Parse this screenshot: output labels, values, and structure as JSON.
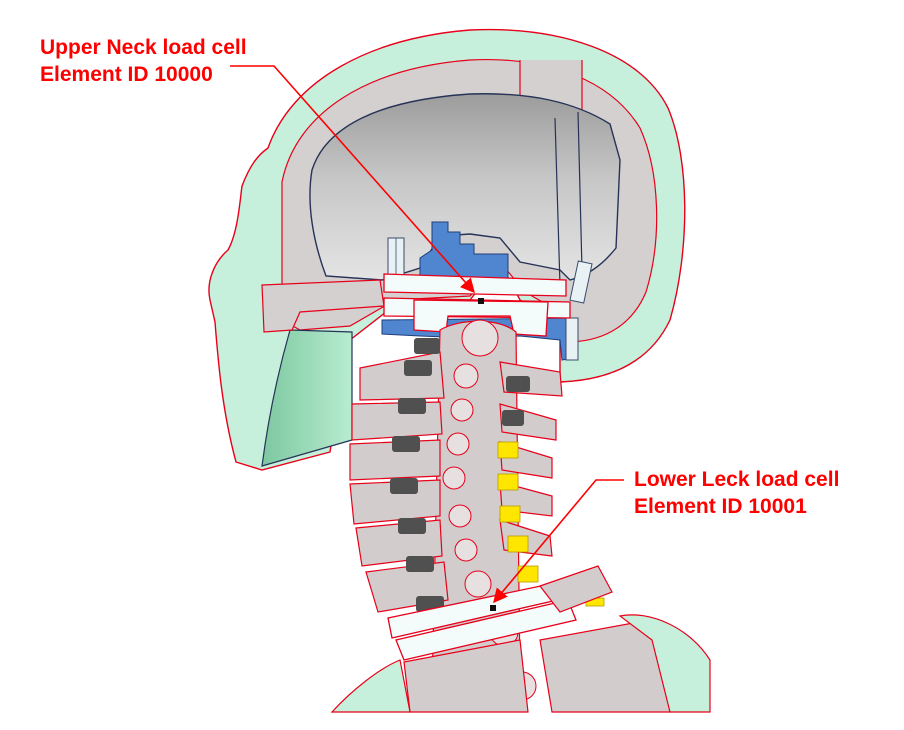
{
  "annotations": {
    "upper": {
      "line1": "Upper Neck load cell",
      "line2": "Element ID 10000"
    },
    "lower": {
      "line1": "Lower Leck load cell",
      "line2": "Element ID 10001"
    }
  },
  "colors": {
    "annotation": "#ff0000",
    "skin": "#c6f0dc",
    "bone_gray": "#d2cccc",
    "dark_disc": "#505050",
    "load_cell_plate": "#f4fbfb",
    "blue_mount": "#4f86cf",
    "yellow_block": "#ffe600",
    "outline": "#e8001a"
  },
  "icons": {
    "upper_marker": "square-marker",
    "lower_marker": "square-marker",
    "arrows": "red-arrow"
  }
}
